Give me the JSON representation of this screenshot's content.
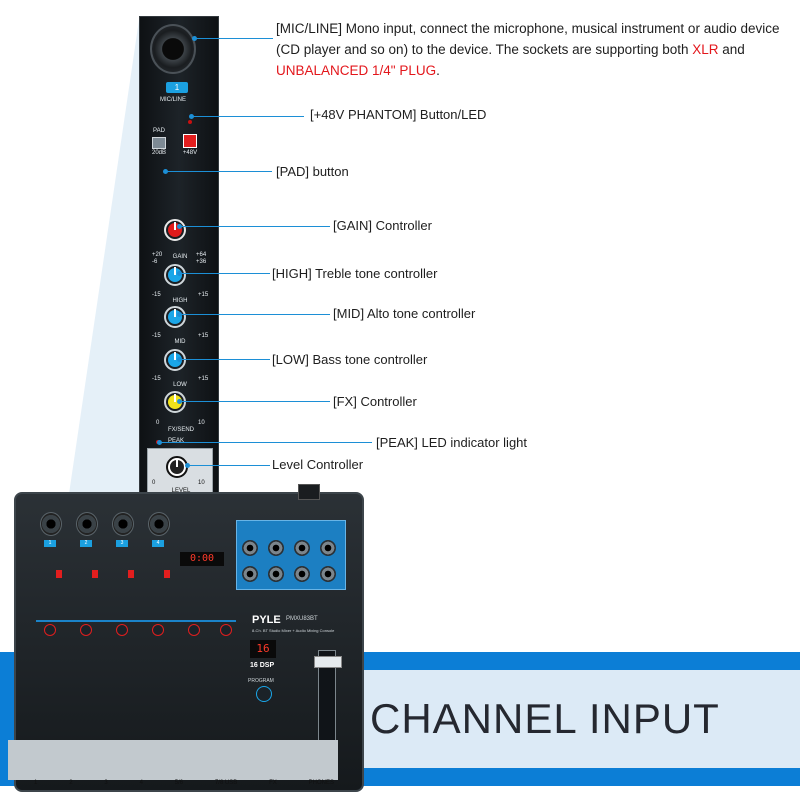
{
  "strip": {
    "channel_badge": "1",
    "mic_line": "MIC/LINE",
    "pad_label": "PAD",
    "pad_db": "20dB",
    "phantom_label": "+48V",
    "gain_label": "GAIN",
    "gain_min": "+20",
    "gain_max": "+64",
    "gain_min_sub": "-6",
    "gain_max_sub": "+36",
    "eq_min": "-15",
    "eq_max": "+15",
    "high_label": "HIGH",
    "mid_label": "MID",
    "low_label": "LOW",
    "fx_label": "FX/SEND",
    "fx_min": "0",
    "fx_max": "10",
    "peak_label": "PEAK",
    "level_min": "0",
    "level_max": "10",
    "level_label": "LEVEL",
    "channel_number": "1"
  },
  "callouts": {
    "micline_part1": "[MIC/LINE] Mono input, connect the microphone, musical instrument or audio device (CD player and so on) to the device. The sockets are supporting both ",
    "micline_xlr": "XLR",
    "micline_and": " and",
    "micline_plug": "UNBALANCED 1/4\" PLUG",
    "micline_end": ".",
    "phantom": "[+48V PHANTOM] Button/LED",
    "pad": "[PAD] button",
    "gain": "[GAIN] Controller",
    "high": "[HIGH] Treble tone controller",
    "mid": "[MID] Alto tone controller",
    "low": "[LOW] Bass tone controller",
    "fx": "[FX] Controller",
    "peak": "[PEAK] LED indicator light",
    "level": "Level Controller"
  },
  "mixer": {
    "brand": "PYLE",
    "model": "PMXU83BT",
    "tagline": "8-Ch. BT Studio Mixer + Audio Mixing Console",
    "usb_display": "0:00",
    "dsp_display": "16",
    "dsp_label": "16 DSP",
    "program_label": "PROGRAM",
    "bottom_labels": [
      "1",
      "2",
      "3",
      "4",
      "5/6",
      "7/8 USB",
      "FX",
      "PHONES"
    ],
    "channel_badges": [
      "1",
      "2",
      "3",
      "4"
    ]
  },
  "band": {
    "title": "CHANNEL INPUT"
  },
  "colors": {
    "callout_blue": "#1c8fd6",
    "highlight_red": "#e3161b",
    "band_blue": "#0c7ed6"
  }
}
